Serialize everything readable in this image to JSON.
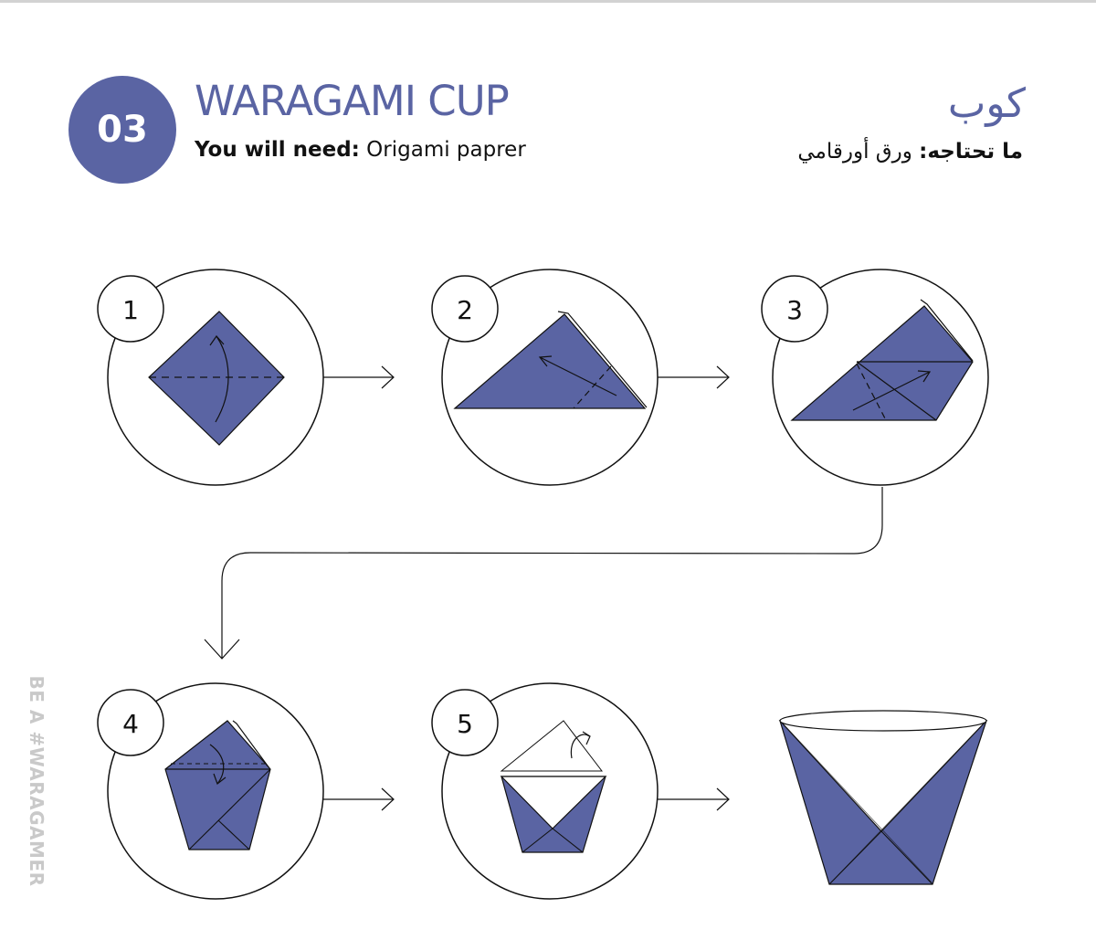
{
  "header": {
    "step_badge": "03",
    "title": "WARAGAMI CUP",
    "need_label": "You will need:",
    "need_value": " Origami paprer",
    "title_ar": "كوب",
    "need_label_ar": "ما تحتاجه:",
    "need_value_ar": " ورق أورقامي"
  },
  "side_tag": "BE A #WARAGAMER",
  "steps": [
    {
      "number": "1"
    },
    {
      "number": "2"
    },
    {
      "number": "3"
    },
    {
      "number": "4"
    },
    {
      "number": "5"
    }
  ],
  "colors": {
    "accent": "#5a64a3",
    "line": "#111111",
    "side_tag": "#c9c9c9"
  }
}
